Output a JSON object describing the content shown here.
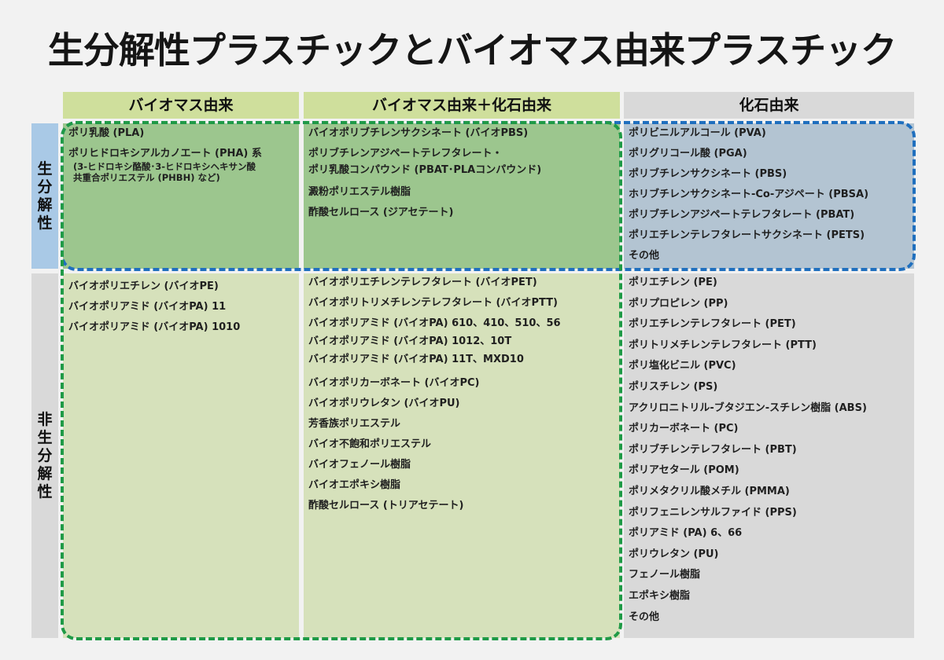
{
  "title": "生分解性プラスチックとバイオマス由来プラスチック",
  "columns": [
    {
      "label": "バイオマス由来"
    },
    {
      "label": "バイオマス由来＋化石由来"
    },
    {
      "label": "化石由来"
    }
  ],
  "rows": [
    {
      "label": "生分解性"
    },
    {
      "label": "非生分解性"
    }
  ],
  "cells": {
    "bio_biomass": [
      {
        "text": "ポリ乳酸 (PLA)"
      },
      {
        "text": "ポリヒドロキシアルカノエート (PHA) 系",
        "sub": [
          "(3-ヒドロキシ酪酸･3-ヒドロキシヘキサン酸",
          "共重合ポリエステル (PHBH) など)"
        ]
      }
    ],
    "bio_mixed": [
      {
        "text": "バイオポリブチレンサクシネート (バイオPBS)"
      },
      {
        "text": "ポリブチレンアジペートテレフタレート・"
      },
      {
        "text": "ポリ乳酸コンパウンド (PBAT･PLAコンパウンド)"
      },
      {
        "text": "澱粉ポリエステル樹脂"
      },
      {
        "text": "酢酸セルロース (ジアセテート)"
      }
    ],
    "bio_fossil": [
      {
        "text": "ポリビニルアルコール (PVA)"
      },
      {
        "text": "ポリグリコール酸 (PGA)"
      },
      {
        "text": "ポリブチレンサクシネート (PBS)"
      },
      {
        "text": "ホリブチレンサクシネート-Co-アジペート (PBSA)"
      },
      {
        "text": "ポリブチレンアジペートテレフタレート (PBAT)"
      },
      {
        "text": "ポリエチレンテレフタレートサクシネート (PETS)"
      },
      {
        "text": "その他"
      }
    ],
    "nonbio_biomass": [
      {
        "text": "バイオポリエチレン (バイオPE)"
      },
      {
        "text": "バイオポリアミド (バイオPA) 11"
      },
      {
        "text": "バイオポリアミド (バイオPA) 1010"
      }
    ],
    "nonbio_mixed": [
      {
        "text": "バイオポリエチレンテレフタレート (バイオPET)"
      },
      {
        "text": "バイオポリトリメチレンテレフタレート (バイオPTT)"
      },
      {
        "text": "バイオポリアミド (バイオPA) 610、410、510、56"
      },
      {
        "text": "バイオポリアミド (バイオPA) 1012、10T"
      },
      {
        "text": "バイオポリアミド (バイオPA) 11T、MXD10"
      },
      {
        "text": "バイオポリカーボネート (バイオPC)"
      },
      {
        "text": "バイオポリウレタン (バイオPU)"
      },
      {
        "text": "芳香族ポリエステル"
      },
      {
        "text": "バイオ不飽和ポリエステル"
      },
      {
        "text": "バイオフェノール樹脂"
      },
      {
        "text": "バイオエポキシ樹脂"
      },
      {
        "text": "酢酸セルロース (トリアセテート)"
      }
    ],
    "nonbio_fossil": [
      {
        "text": "ポリエチレン (PE)"
      },
      {
        "text": "ポリプロピレン (PP)"
      },
      {
        "text": "ポリエチレンテレフタレート (PET)"
      },
      {
        "text": "ポリトリメチレンテレフタレート (PTT)"
      },
      {
        "text": "ポリ塩化ビニル (PVC)"
      },
      {
        "text": "ポリスチレン (PS)"
      },
      {
        "text": "アクリロニトリル-ブタジエン-スチレン樹脂 (ABS)"
      },
      {
        "text": "ポリカーボネート (PC)"
      },
      {
        "text": "ポリブチレンテレフタレート (PBT)"
      },
      {
        "text": "ポリアセタール (POM)"
      },
      {
        "text": "ポリメタクリル酸メチル (PMMA)"
      },
      {
        "text": "ポリフェニレンサルファイド (PPS)"
      },
      {
        "text": "ポリアミド (PA) 6、66"
      },
      {
        "text": "ポリウレタン (PU)"
      },
      {
        "text": "フェノール樹脂"
      },
      {
        "text": "エポキシ樹脂"
      },
      {
        "text": "その他"
      }
    ]
  },
  "colors": {
    "background": "#f2f2f2",
    "biomass_header": "#cfdf9c",
    "fossil_header": "#d9d9d9",
    "biodegradable_row_header": "#a9c9e6",
    "nonbiodegradable_row_header": "#d9d9d9",
    "green_cell": "#9cc68e",
    "light_green_cell": "#d6e1bb",
    "blue_cell": "#b3c4d2",
    "grey_cell": "#d9d9d9",
    "green_dash": "#1f9a46",
    "blue_dash": "#1f6fbe"
  }
}
